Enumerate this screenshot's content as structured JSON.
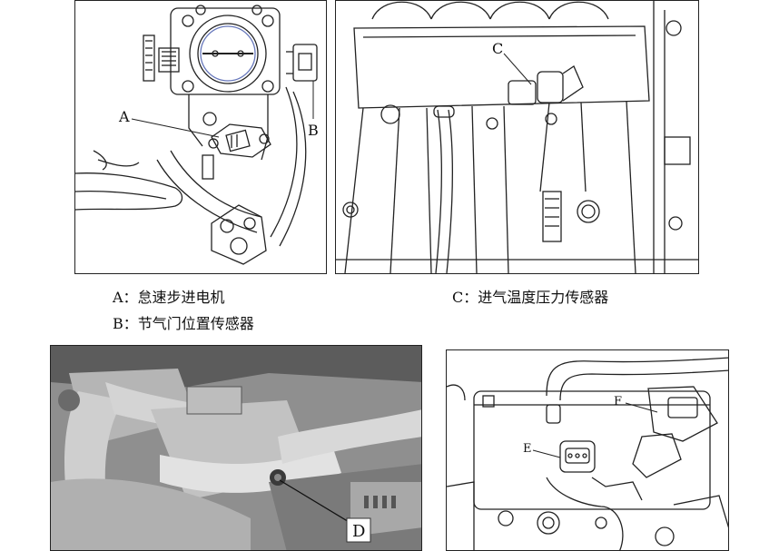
{
  "captions": {
    "a": "A：怠速步进电机",
    "b": "B：节气门位置传感器",
    "c": "C：进气温度压力传感器"
  },
  "callouts": {
    "a": "A",
    "b": "B",
    "c": "C",
    "d": "D",
    "e": "E",
    "f": "F"
  }
}
